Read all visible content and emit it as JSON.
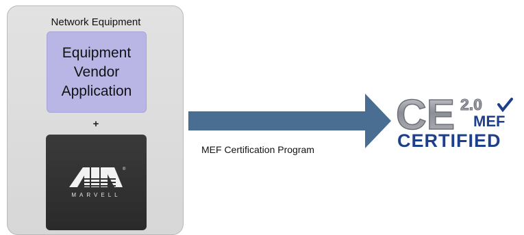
{
  "panel": {
    "title": "Network Equipment",
    "app_box_lines": [
      "Equipment",
      "Vendor",
      "Application"
    ],
    "plus": "+"
  },
  "chip": {
    "brand": "MARVELL",
    "brand_mark": "®"
  },
  "flow": {
    "arrow_label": "MEF Certification Program"
  },
  "certification": {
    "logo_main": "CE",
    "logo_version": "2.0",
    "logo_org": "MEF",
    "logo_status": "CERTIFIED"
  },
  "colors": {
    "panel": "#dcdcdc",
    "app_box": "#b9b6e6",
    "chip_box": "#2f2f2f",
    "arrow": "#4a6d92",
    "logo_navy": "#1e3f8a",
    "logo_silver": "#8d9097"
  }
}
